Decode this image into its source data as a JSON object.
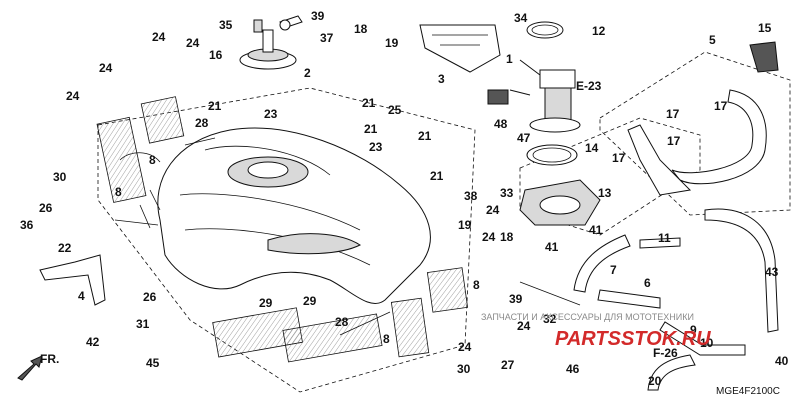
{
  "callouts": {
    "c35": "35",
    "c39a": "39",
    "c18a": "18",
    "c34": "34",
    "c12": "12",
    "c15": "15",
    "c24a": "24",
    "c24b": "24",
    "c16": "16",
    "c19a": "19",
    "c37": "37",
    "c3": "3",
    "c1": "1",
    "c5": "5",
    "c24c": "24",
    "c2": "2",
    "c24d": "24",
    "c21a": "21",
    "c25": "25",
    "c21b": "21",
    "c23a": "23",
    "c28a": "28",
    "c21c": "21",
    "c21d": "21",
    "c23b": "23",
    "c8a": "8",
    "c30": "30",
    "c48": "48",
    "c47": "47",
    "c14": "14",
    "c17a": "17",
    "c17b": "17",
    "c17c": "17",
    "c21e": "21",
    "c8b": "8",
    "c38": "38",
    "c33": "33",
    "c13": "13",
    "c26a": "26",
    "c36": "36",
    "c24e": "24",
    "c19b": "19",
    "c24f": "24",
    "c18b": "18",
    "c41a": "41",
    "c41b": "41",
    "c11": "11",
    "c22": "22",
    "c7": "7",
    "c43": "43",
    "c4": "4",
    "c26b": "26",
    "c39b": "39",
    "c6": "6",
    "c8c": "8",
    "c29a": "29",
    "c29b": "29",
    "c31": "31",
    "c28b": "28",
    "c32": "32",
    "c24g": "24",
    "c42": "42",
    "c8d": "8",
    "c9": "9",
    "c10": "10",
    "c45": "45",
    "c24h": "24",
    "c27": "27",
    "c30b": "30",
    "c46": "46",
    "c20": "20",
    "c40": "40"
  },
  "refs": {
    "e23": "E-23",
    "f26": "F-26"
  },
  "direction": {
    "fr": "FR."
  },
  "diagram_code": "MGE4F2100C",
  "watermark": {
    "subtitle": "ЗАПЧАСТИ И АКСЕССУАРЫ ДЛЯ МОТОТЕХНИКИ",
    "brand": "PARTSSTOK.RU"
  }
}
